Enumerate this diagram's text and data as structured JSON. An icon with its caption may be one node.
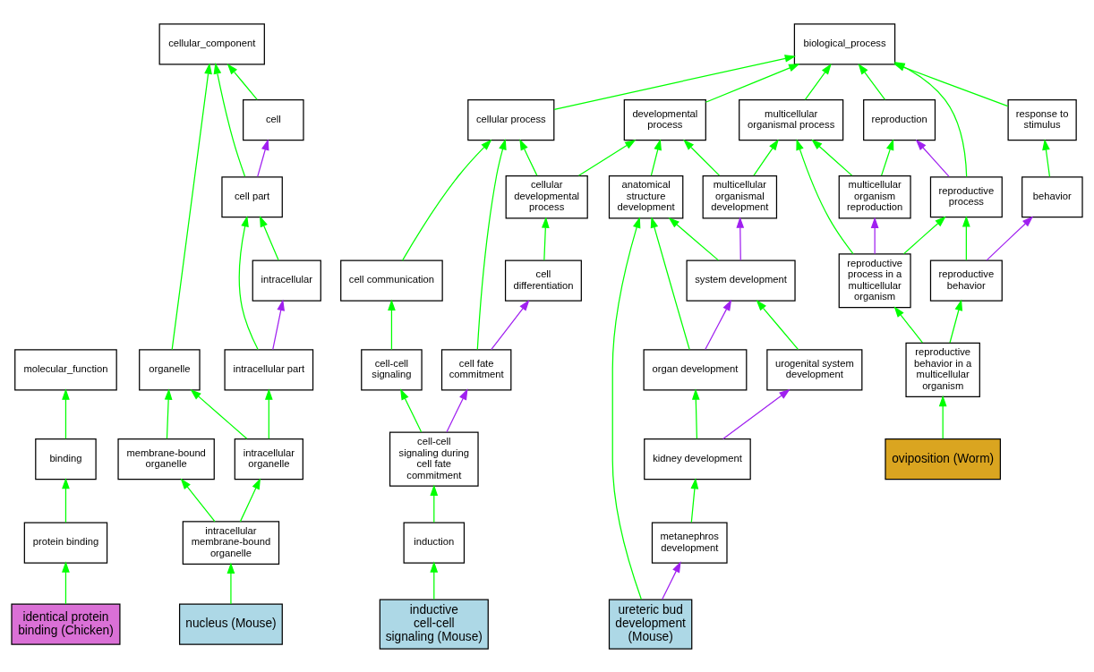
{
  "diagram": {
    "nodes": [
      {
        "text": [
          "molecular_function"
        ]
      },
      {
        "text": [
          "cellular_component"
        ]
      },
      {
        "text": [
          "biological_process"
        ]
      },
      {
        "text": [
          "binding"
        ]
      },
      {
        "text": [
          "cell"
        ]
      },
      {
        "text": [
          "cellular process"
        ]
      },
      {
        "text": [
          "developmental process"
        ]
      },
      {
        "text": [
          "multicellular organismal process"
        ]
      },
      {
        "text": [
          "reproduction"
        ]
      },
      {
        "text": [
          "response to stimulus"
        ]
      },
      {
        "text": [
          "protein binding"
        ]
      },
      {
        "text": [
          "cell part"
        ]
      },
      {
        "text": [
          "cell communication"
        ]
      },
      {
        "text": [
          "cellular developmental process"
        ]
      },
      {
        "text": [
          "anatomical structure development"
        ]
      },
      {
        "text": [
          "multicellular organismal development"
        ]
      },
      {
        "text": [
          "multicellular organism reproduction"
        ]
      },
      {
        "text": [
          "reproductive process"
        ]
      },
      {
        "text": [
          "behavior"
        ]
      },
      {
        "text": [
          "identical protein binding (Chicken)"
        ]
      },
      {
        "text": [
          "intracellular"
        ]
      },
      {
        "text": [
          "cell differentiation"
        ]
      },
      {
        "text": [
          "system development"
        ]
      },
      {
        "text": [
          "reproductive process in a multicellular organism"
        ]
      },
      {
        "text": [
          "reproductive behavior"
        ]
      },
      {
        "text": [
          "organelle"
        ]
      },
      {
        "text": [
          "intracellular part"
        ]
      },
      {
        "text": [
          "cell-cell signaling"
        ]
      },
      {
        "text": [
          "cell fate commitment"
        ]
      },
      {
        "text": [
          "organ development"
        ]
      },
      {
        "text": [
          "urogenital system development"
        ]
      },
      {
        "text": [
          "reproductive behavior in a multicellular organism"
        ]
      },
      {
        "text": [
          "membrane-bound organelle"
        ]
      },
      {
        "text": [
          "intracellular organelle"
        ]
      },
      {
        "text": [
          "cell-cell signaling during cell fate commitment"
        ]
      },
      {
        "text": [
          "kidney development"
        ]
      },
      {
        "text": [
          "oviposition (Worm)"
        ]
      },
      {
        "text": [
          "intracellular membrane-bound organelle"
        ]
      },
      {
        "text": [
          "induction"
        ]
      },
      {
        "text": [
          "metanephros development"
        ]
      },
      {
        "text": [
          "nucleus (Mouse)"
        ]
      },
      {
        "text": [
          "inductive cell-cell signaling (Mouse)"
        ]
      },
      {
        "text": [
          "ureteric bud development (Mouse)"
        ]
      }
    ],
    "edges": [
      {
        "from": 3,
        "to": 0,
        "arrow": "to"
      },
      {
        "from": 10,
        "to": 3,
        "arrow": "to"
      },
      {
        "from": 19,
        "to": 10,
        "arrow": "to"
      },
      {
        "from": 4,
        "to": 1,
        "arrow": "to"
      },
      {
        "from": 11,
        "to": 1,
        "arrow": "to"
      },
      {
        "from": 11,
        "to": 4,
        "arrow": "to",
        "color": "#a020f0"
      },
      {
        "from": 25,
        "to": 1,
        "arrow": "to"
      },
      {
        "from": 20,
        "to": 11,
        "arrow": "to"
      },
      {
        "from": 26,
        "to": 11,
        "arrow": "to"
      },
      {
        "from": 26,
        "to": 20,
        "arrow": "to",
        "color": "#a020f0"
      },
      {
        "from": 33,
        "to": 25,
        "arrow": "to"
      },
      {
        "from": 32,
        "to": 25,
        "arrow": "to"
      },
      {
        "from": 33,
        "to": 26,
        "arrow": "to"
      },
      {
        "from": 37,
        "to": 32,
        "arrow": "to"
      },
      {
        "from": 37,
        "to": 33,
        "arrow": "to"
      },
      {
        "from": 40,
        "to": 37,
        "arrow": "to"
      },
      {
        "from": 5,
        "to": 2,
        "arrow": "to"
      },
      {
        "from": 6,
        "to": 2,
        "arrow": "to"
      },
      {
        "from": 7,
        "to": 2,
        "arrow": "to"
      },
      {
        "from": 8,
        "to": 2,
        "arrow": "to"
      },
      {
        "from": 9,
        "to": 2,
        "arrow": "to"
      },
      {
        "from": 17,
        "to": 2,
        "arrow": "to"
      },
      {
        "from": 12,
        "to": 5,
        "arrow": "to"
      },
      {
        "from": 13,
        "to": 5,
        "arrow": "to"
      },
      {
        "from": 28,
        "to": 5,
        "arrow": "to"
      },
      {
        "from": 13,
        "to": 6,
        "arrow": "to"
      },
      {
        "from": 14,
        "to": 6,
        "arrow": "to"
      },
      {
        "from": 15,
        "to": 6,
        "arrow": "to"
      },
      {
        "from": 15,
        "to": 7,
        "arrow": "to"
      },
      {
        "from": 16,
        "to": 7,
        "arrow": "to"
      },
      {
        "from": 23,
        "to": 7,
        "arrow": "to"
      },
      {
        "from": 16,
        "to": 8,
        "arrow": "to"
      },
      {
        "from": 17,
        "to": 8,
        "arrow": "to",
        "color": "#a020f0"
      },
      {
        "from": 18,
        "to": 9,
        "arrow": "to"
      },
      {
        "from": 27,
        "to": 12,
        "arrow": "to"
      },
      {
        "from": 21,
        "to": 13,
        "arrow": "to"
      },
      {
        "from": 28,
        "to": 21,
        "arrow": "to",
        "color": "#a020f0"
      },
      {
        "from": 34,
        "to": 27,
        "arrow": "to"
      },
      {
        "from": 34,
        "to": 28,
        "arrow": "to",
        "color": "#a020f0"
      },
      {
        "from": 38,
        "to": 34,
        "arrow": "to"
      },
      {
        "from": 41,
        "to": 38,
        "arrow": "to"
      },
      {
        "from": 22,
        "to": 14,
        "arrow": "to"
      },
      {
        "from": 22,
        "to": 15,
        "arrow": "to",
        "color": "#a020f0"
      },
      {
        "from": 29,
        "to": 14,
        "arrow": "to"
      },
      {
        "from": 29,
        "to": 22,
        "arrow": "to",
        "color": "#a020f0"
      },
      {
        "from": 30,
        "to": 22,
        "arrow": "to"
      },
      {
        "from": 35,
        "to": 29,
        "arrow": "to"
      },
      {
        "from": 35,
        "to": 30,
        "arrow": "to",
        "color": "#a020f0"
      },
      {
        "from": 39,
        "to": 35,
        "arrow": "to"
      },
      {
        "from": 42,
        "to": 39,
        "arrow": "to",
        "color": "#a020f0"
      },
      {
        "from": 42,
        "to": 14,
        "arrow": "to"
      },
      {
        "from": 23,
        "to": 16,
        "arrow": "to",
        "color": "#a020f0"
      },
      {
        "from": 23,
        "to": 17,
        "arrow": "to"
      },
      {
        "from": 24,
        "to": 17,
        "arrow": "to"
      },
      {
        "from": 24,
        "to": 18,
        "arrow": "to",
        "color": "#a020f0"
      },
      {
        "from": 31,
        "to": 23,
        "arrow": "to"
      },
      {
        "from": 31,
        "to": 24,
        "arrow": "to"
      },
      {
        "from": 36,
        "to": 31,
        "arrow": "to"
      }
    ]
  }
}
